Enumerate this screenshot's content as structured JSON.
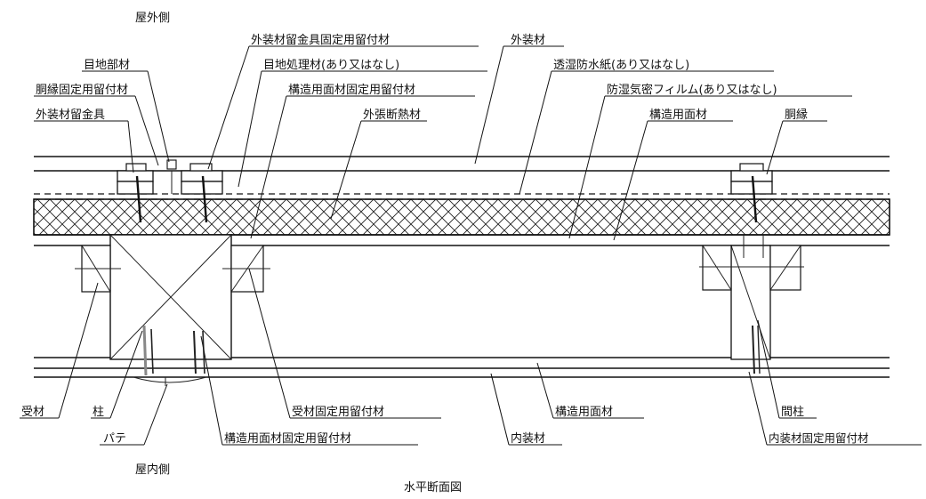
{
  "sides": {
    "outdoor": "屋外側",
    "indoor": "屋内側"
  },
  "caption": "水平断面図",
  "labels": {
    "fastener_for_cladding_clip": "外装材留金具固定用留付材",
    "exterior_cladding": "外装材",
    "joint_member": "目地部材",
    "joint_sealant": "目地処理材(あり又はなし)",
    "breathable_waterproof_paper": "透湿防水紙(あり又はなし)",
    "furring_fastener": "胴縁固定用留付材",
    "structural_panel_fastener_top": "構造用面材固定用留付材",
    "vapor_barrier_film": "防湿気密フィルム(あり又はなし)",
    "cladding_clip": "外装材留金具",
    "exterior_insulation": "外張断熱材",
    "structural_panel_top": "構造用面材",
    "furring": "胴縁",
    "receiver": "受材",
    "post": "柱",
    "receiver_fastener": "受材固定用留付材",
    "structural_panel_bottom": "構造用面材",
    "stud": "間柱",
    "putty": "パテ",
    "structural_panel_fastener_bottom": "構造用面材固定用留付材",
    "interior_finish": "内装材",
    "interior_finish_fastener": "内装材固定用留付材"
  }
}
